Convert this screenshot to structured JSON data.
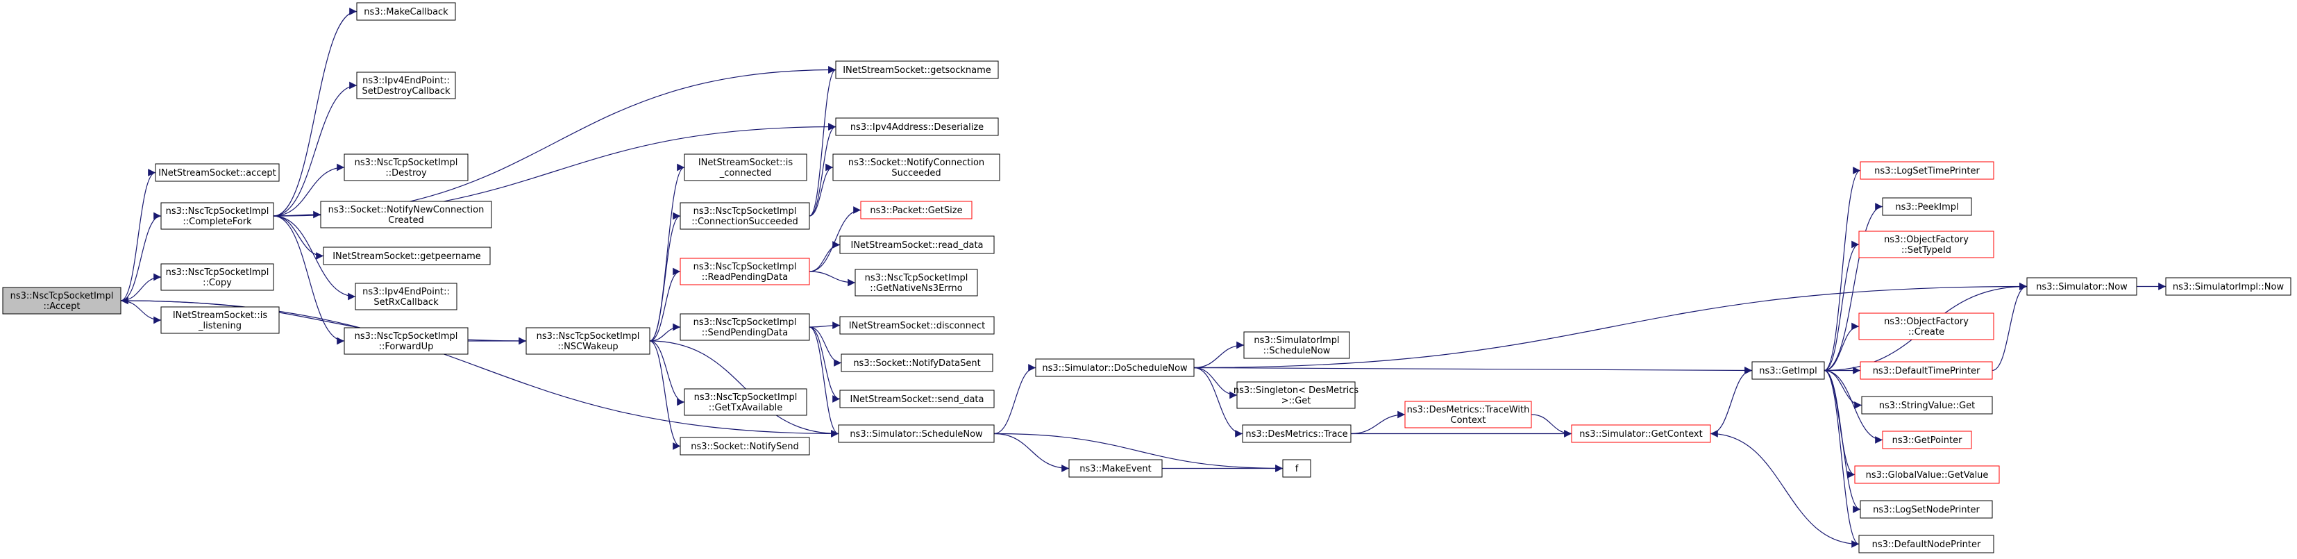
{
  "colors": {
    "edge": "#191970",
    "border_normal": "#000000",
    "border_truncated": "#ff0000",
    "fill_normal": "#ffffff",
    "fill_root": "#bfbfbf"
  },
  "nodes": [
    {
      "id": "accept_root",
      "lines": [
        "ns3::NscTcpSocketImpl",
        "::Accept"
      ],
      "style": "root"
    },
    {
      "id": "inet_accept",
      "lines": [
        "INetStreamSocket::accept"
      ],
      "style": "normal"
    },
    {
      "id": "complete_fork",
      "lines": [
        "ns3::NscTcpSocketImpl",
        "::CompleteFork"
      ],
      "style": "normal"
    },
    {
      "id": "copy",
      "lines": [
        "ns3::NscTcpSocketImpl",
        "::Copy"
      ],
      "style": "normal"
    },
    {
      "id": "is_listening",
      "lines": [
        "INetStreamSocket::is",
        "_listening"
      ],
      "style": "normal"
    },
    {
      "id": "make_callback",
      "lines": [
        "ns3::MakeCallback"
      ],
      "style": "normal"
    },
    {
      "id": "set_destroy_cb",
      "lines": [
        "ns3::Ipv4EndPoint::",
        "SetDestroyCallback"
      ],
      "style": "normal"
    },
    {
      "id": "destroy",
      "lines": [
        "ns3::NscTcpSocketImpl",
        "::Destroy"
      ],
      "style": "normal"
    },
    {
      "id": "notify_new_conn",
      "lines": [
        "ns3::Socket::NotifyNewConnection",
        "Created"
      ],
      "style": "normal"
    },
    {
      "id": "getpeername",
      "lines": [
        "INetStreamSocket::getpeername"
      ],
      "style": "normal"
    },
    {
      "id": "set_rx_cb",
      "lines": [
        "ns3::Ipv4EndPoint::",
        "SetRxCallback"
      ],
      "style": "normal"
    },
    {
      "id": "forward_up",
      "lines": [
        "ns3::NscTcpSocketImpl",
        "::ForwardUp"
      ],
      "style": "normal"
    },
    {
      "id": "nsc_wakeup",
      "lines": [
        "ns3::NscTcpSocketImpl",
        "::NSCWakeup"
      ],
      "style": "normal"
    },
    {
      "id": "is_connected",
      "lines": [
        "INetStreamSocket::is",
        "_connected"
      ],
      "style": "normal"
    },
    {
      "id": "conn_succeeded",
      "lines": [
        "ns3::NscTcpSocketImpl",
        "::ConnectionSucceeded"
      ],
      "style": "normal"
    },
    {
      "id": "read_pending",
      "lines": [
        "ns3::NscTcpSocketImpl",
        "::ReadPendingData"
      ],
      "style": "truncated"
    },
    {
      "id": "send_pending",
      "lines": [
        "ns3::NscTcpSocketImpl",
        "::SendPendingData"
      ],
      "style": "normal"
    },
    {
      "id": "get_tx_avail",
      "lines": [
        "ns3::NscTcpSocketImpl",
        "::GetTxAvailable"
      ],
      "style": "normal"
    },
    {
      "id": "notify_send",
      "lines": [
        "ns3::Socket::NotifySend"
      ],
      "style": "normal"
    },
    {
      "id": "getsockname",
      "lines": [
        "INetStreamSocket::getsockname"
      ],
      "style": "normal"
    },
    {
      "id": "ipv4_deserialize",
      "lines": [
        "ns3::Ipv4Address::Deserialize"
      ],
      "style": "normal"
    },
    {
      "id": "notify_conn_succ",
      "lines": [
        "ns3::Socket::NotifyConnection",
        "Succeeded"
      ],
      "style": "normal"
    },
    {
      "id": "packet_getsize",
      "lines": [
        "ns3::Packet::GetSize"
      ],
      "style": "truncated"
    },
    {
      "id": "read_data",
      "lines": [
        "INetStreamSocket::read_data"
      ],
      "style": "normal"
    },
    {
      "id": "get_native_errno",
      "lines": [
        "ns3::NscTcpSocketImpl",
        "::GetNativeNs3Errno"
      ],
      "style": "normal"
    },
    {
      "id": "disconnect",
      "lines": [
        "INetStreamSocket::disconnect"
      ],
      "style": "normal"
    },
    {
      "id": "notify_data_sent",
      "lines": [
        "ns3::Socket::NotifyDataSent"
      ],
      "style": "normal"
    },
    {
      "id": "send_data",
      "lines": [
        "INetStreamSocket::send_data"
      ],
      "style": "normal"
    },
    {
      "id": "schedule_now",
      "lines": [
        "ns3::Simulator::ScheduleNow"
      ],
      "style": "normal"
    },
    {
      "id": "do_schedule_now",
      "lines": [
        "ns3::Simulator::DoScheduleNow"
      ],
      "style": "normal"
    },
    {
      "id": "make_event",
      "lines": [
        "ns3::MakeEvent"
      ],
      "style": "normal"
    },
    {
      "id": "f",
      "lines": [
        "f"
      ],
      "style": "normal"
    },
    {
      "id": "simimpl_schedule_now",
      "lines": [
        "ns3::SimulatorImpl",
        "::ScheduleNow"
      ],
      "style": "normal"
    },
    {
      "id": "singleton_get",
      "lines": [
        "ns3::Singleton< DesMetrics",
        ">::Get"
      ],
      "style": "normal"
    },
    {
      "id": "desmetrics_trace",
      "lines": [
        "ns3::DesMetrics::Trace"
      ],
      "style": "normal"
    },
    {
      "id": "trace_with_context",
      "lines": [
        "ns3::DesMetrics::TraceWith",
        "Context"
      ],
      "style": "truncated"
    },
    {
      "id": "get_context",
      "lines": [
        "ns3::Simulator::GetContext"
      ],
      "style": "truncated"
    },
    {
      "id": "get_impl",
      "lines": [
        "ns3::GetImpl"
      ],
      "style": "normal"
    },
    {
      "id": "log_set_time_printer",
      "lines": [
        "ns3::LogSetTimePrinter"
      ],
      "style": "truncated"
    },
    {
      "id": "peek_impl",
      "lines": [
        "ns3::PeekImpl"
      ],
      "style": "normal"
    },
    {
      "id": "of_set_typeid",
      "lines": [
        "ns3::ObjectFactory",
        "::SetTypeId"
      ],
      "style": "truncated"
    },
    {
      "id": "of_create",
      "lines": [
        "ns3::ObjectFactory",
        "::Create"
      ],
      "style": "truncated"
    },
    {
      "id": "default_time_printer",
      "lines": [
        "ns3::DefaultTimePrinter"
      ],
      "style": "truncated"
    },
    {
      "id": "string_value_get",
      "lines": [
        "ns3::StringValue::Get"
      ],
      "style": "normal"
    },
    {
      "id": "get_pointer",
      "lines": [
        "ns3::GetPointer"
      ],
      "style": "truncated"
    },
    {
      "id": "global_value_get",
      "lines": [
        "ns3::GlobalValue::GetValue"
      ],
      "style": "truncated"
    },
    {
      "id": "log_set_node_printer",
      "lines": [
        "ns3::LogSetNodePrinter"
      ],
      "style": "normal"
    },
    {
      "id": "default_node_printer",
      "lines": [
        "ns3::DefaultNodePrinter"
      ],
      "style": "normal"
    },
    {
      "id": "simulator_now",
      "lines": [
        "ns3::Simulator::Now"
      ],
      "style": "normal"
    },
    {
      "id": "simimpl_now",
      "lines": [
        "ns3::SimulatorImpl::Now"
      ],
      "style": "normal"
    }
  ],
  "edges": [
    [
      "accept_root",
      "inet_accept"
    ],
    [
      "accept_root",
      "complete_fork"
    ],
    [
      "accept_root",
      "copy"
    ],
    [
      "accept_root",
      "is_listening"
    ],
    [
      "complete_fork",
      "make_callback"
    ],
    [
      "complete_fork",
      "set_destroy_cb"
    ],
    [
      "complete_fork",
      "getsockname"
    ],
    [
      "complete_fork",
      "ipv4_deserialize"
    ],
    [
      "complete_fork",
      "destroy"
    ],
    [
      "complete_fork",
      "notify_new_conn"
    ],
    [
      "complete_fork",
      "getpeername"
    ],
    [
      "complete_fork",
      "set_rx_cb"
    ],
    [
      "complete_fork",
      "forward_up"
    ],
    [
      "forward_up",
      "nsc_wakeup"
    ],
    [
      "nsc_wakeup",
      "accept_root"
    ],
    [
      "nsc_wakeup",
      "is_connected"
    ],
    [
      "nsc_wakeup",
      "conn_succeeded"
    ],
    [
      "nsc_wakeup",
      "read_pending"
    ],
    [
      "nsc_wakeup",
      "send_pending"
    ],
    [
      "nsc_wakeup",
      "get_tx_avail"
    ],
    [
      "nsc_wakeup",
      "notify_send"
    ],
    [
      "nsc_wakeup",
      "schedule_now"
    ],
    [
      "conn_succeeded",
      "getsockname"
    ],
    [
      "conn_succeeded",
      "ipv4_deserialize"
    ],
    [
      "conn_succeeded",
      "notify_conn_succ"
    ],
    [
      "read_pending",
      "packet_getsize"
    ],
    [
      "read_pending",
      "read_data"
    ],
    [
      "read_pending",
      "get_native_errno"
    ],
    [
      "send_pending",
      "disconnect"
    ],
    [
      "send_pending",
      "notify_data_sent"
    ],
    [
      "send_pending",
      "send_data"
    ],
    [
      "send_pending",
      "schedule_now"
    ],
    [
      "accept_root",
      "schedule_now"
    ],
    [
      "schedule_now",
      "do_schedule_now"
    ],
    [
      "schedule_now",
      "make_event"
    ],
    [
      "schedule_now",
      "f"
    ],
    [
      "make_event",
      "f"
    ],
    [
      "do_schedule_now",
      "simulator_now"
    ],
    [
      "do_schedule_now",
      "get_impl"
    ],
    [
      "do_schedule_now",
      "simimpl_schedule_now"
    ],
    [
      "do_schedule_now",
      "singleton_get"
    ],
    [
      "do_schedule_now",
      "desmetrics_trace"
    ],
    [
      "desmetrics_trace",
      "trace_with_context"
    ],
    [
      "desmetrics_trace",
      "get_context"
    ],
    [
      "trace_with_context",
      "get_context"
    ],
    [
      "get_context",
      "get_impl"
    ],
    [
      "get_impl",
      "log_set_time_printer"
    ],
    [
      "get_impl",
      "peek_impl"
    ],
    [
      "get_impl",
      "of_set_typeid"
    ],
    [
      "get_impl",
      "simulator_now"
    ],
    [
      "get_impl",
      "of_create"
    ],
    [
      "get_impl",
      "default_time_printer"
    ],
    [
      "get_impl",
      "string_value_get"
    ],
    [
      "get_impl",
      "get_pointer"
    ],
    [
      "get_impl",
      "global_value_get"
    ],
    [
      "get_impl",
      "log_set_node_printer"
    ],
    [
      "get_impl",
      "default_node_printer"
    ],
    [
      "default_time_printer",
      "simulator_now"
    ],
    [
      "default_node_printer",
      "get_context"
    ],
    [
      "simulator_now",
      "simimpl_now"
    ]
  ]
}
